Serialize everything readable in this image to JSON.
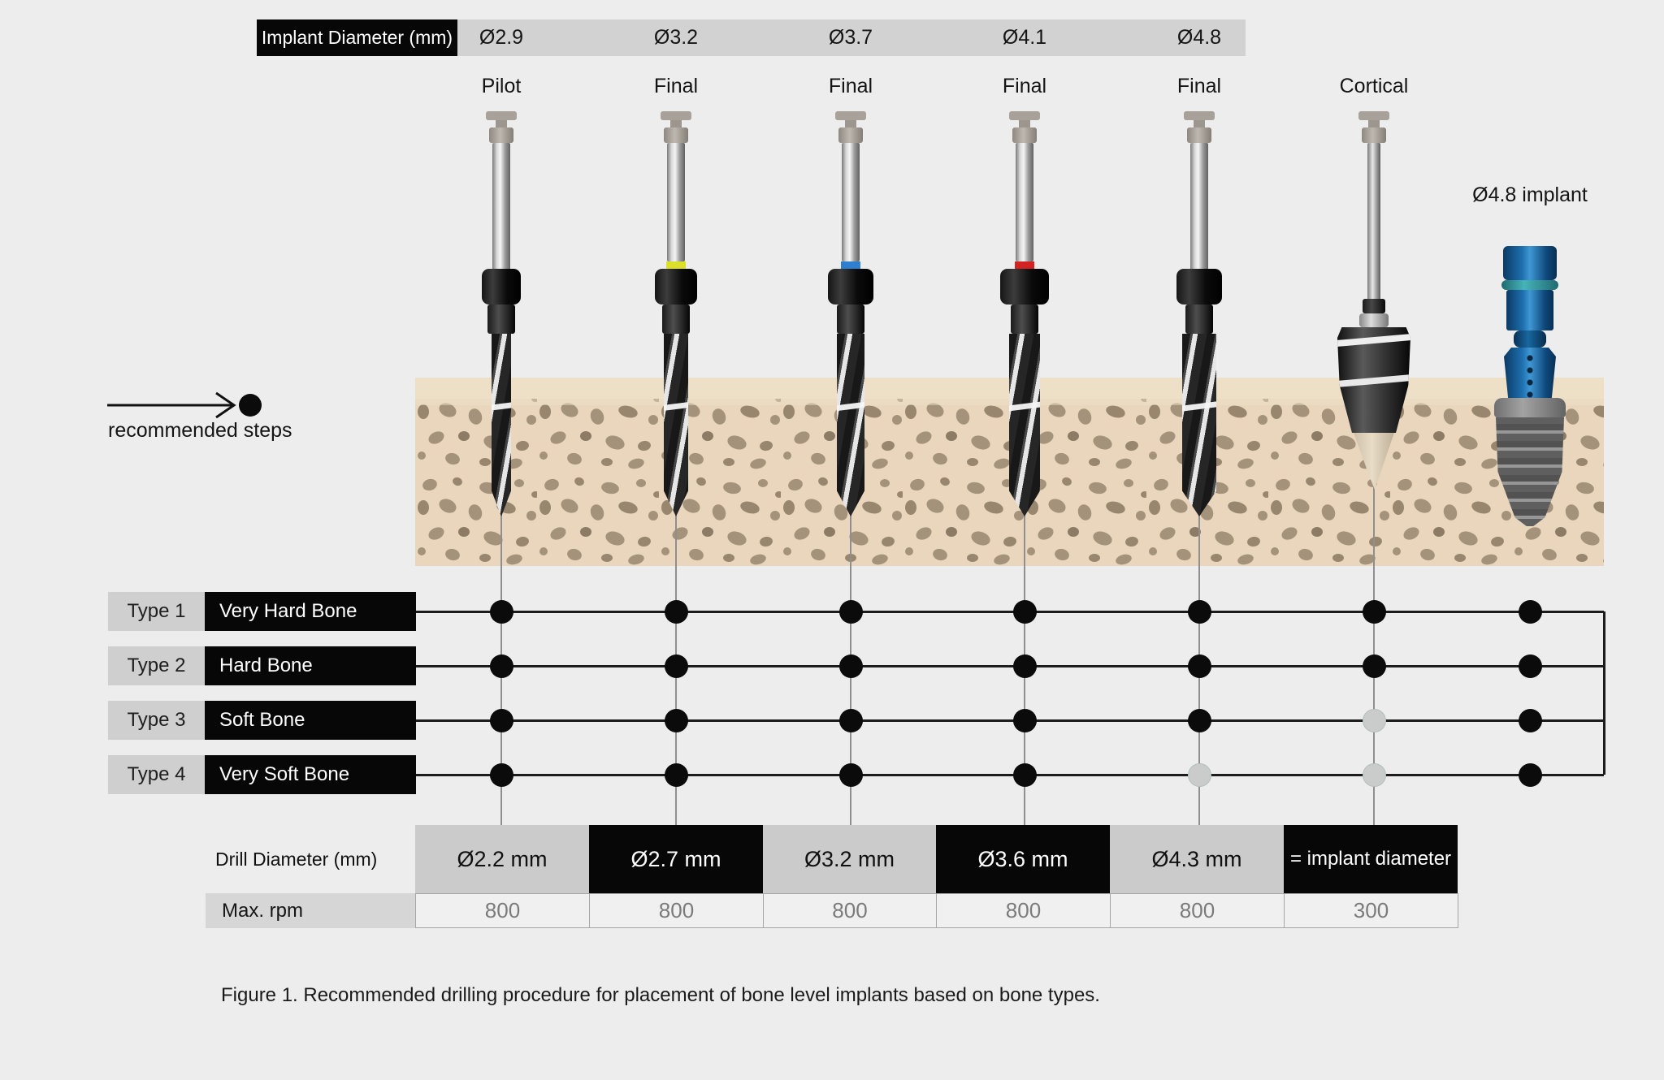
{
  "header": {
    "label": "Implant Diameter (mm)",
    "diameters": [
      "Ø2.9",
      "Ø3.2",
      "Ø3.7",
      "Ø4.1",
      "Ø4.8"
    ]
  },
  "columns": [
    {
      "step": "Pilot",
      "ring_color": null
    },
    {
      "step": "Final",
      "ring_color": "#dde02a"
    },
    {
      "step": "Final",
      "ring_color": "#2e7fd0"
    },
    {
      "step": "Final",
      "ring_color": "#d32222"
    },
    {
      "step": "Final",
      "ring_color": null
    },
    {
      "step": "Cortical",
      "ring_color": null
    }
  ],
  "implant_label": "Ø4.8 implant",
  "legend": {
    "text": "recommended steps"
  },
  "bone_rows": [
    {
      "type": "Type 1",
      "label": "Very Hard Bone",
      "dots": [
        "black",
        "black",
        "black",
        "black",
        "black",
        "black",
        "black"
      ]
    },
    {
      "type": "Type 2",
      "label": "Hard Bone",
      "dots": [
        "black",
        "black",
        "black",
        "black",
        "black",
        "black",
        "black"
      ]
    },
    {
      "type": "Type 3",
      "label": "Soft Bone",
      "dots": [
        "black",
        "black",
        "black",
        "black",
        "black",
        "gray",
        "black"
      ]
    },
    {
      "type": "Type 4",
      "label": "Very Soft Bone",
      "dots": [
        "black",
        "black",
        "black",
        "black",
        "gray",
        "gray",
        "black"
      ]
    }
  ],
  "table": {
    "diameter_label": "Drill Diameter (mm)",
    "diameter_cells": [
      {
        "text": "Ø2.2 mm",
        "bg": "gray"
      },
      {
        "text": "Ø2.7 mm",
        "bg": "black"
      },
      {
        "text": "Ø3.2 mm",
        "bg": "gray"
      },
      {
        "text": "Ø3.6 mm",
        "bg": "black"
      },
      {
        "text": "Ø4.3 mm",
        "bg": "gray"
      },
      {
        "text": "= implant diameter",
        "bg": "black"
      }
    ],
    "rpm_label": "Max. rpm",
    "rpm_values": [
      "800",
      "800",
      "800",
      "800",
      "800",
      "300"
    ]
  },
  "caption": "Figure 1. Recommended drilling procedure for placement of bone level implants based on bone types.",
  "colors": {
    "black": "#070707",
    "gray_bar": "#d2d2d2",
    "type_gray": "#cfcfcf",
    "dot_black": "#0b0b0b",
    "dot_gray": "#c9cccb",
    "bone_base": "#e9d6bd",
    "bone_top": "#eedfc7",
    "bone_pore": "#a5927b",
    "rpm_text": "#7b7b7b",
    "line_gray": "#8f8f8f",
    "line_black": "#1c1c1c"
  }
}
